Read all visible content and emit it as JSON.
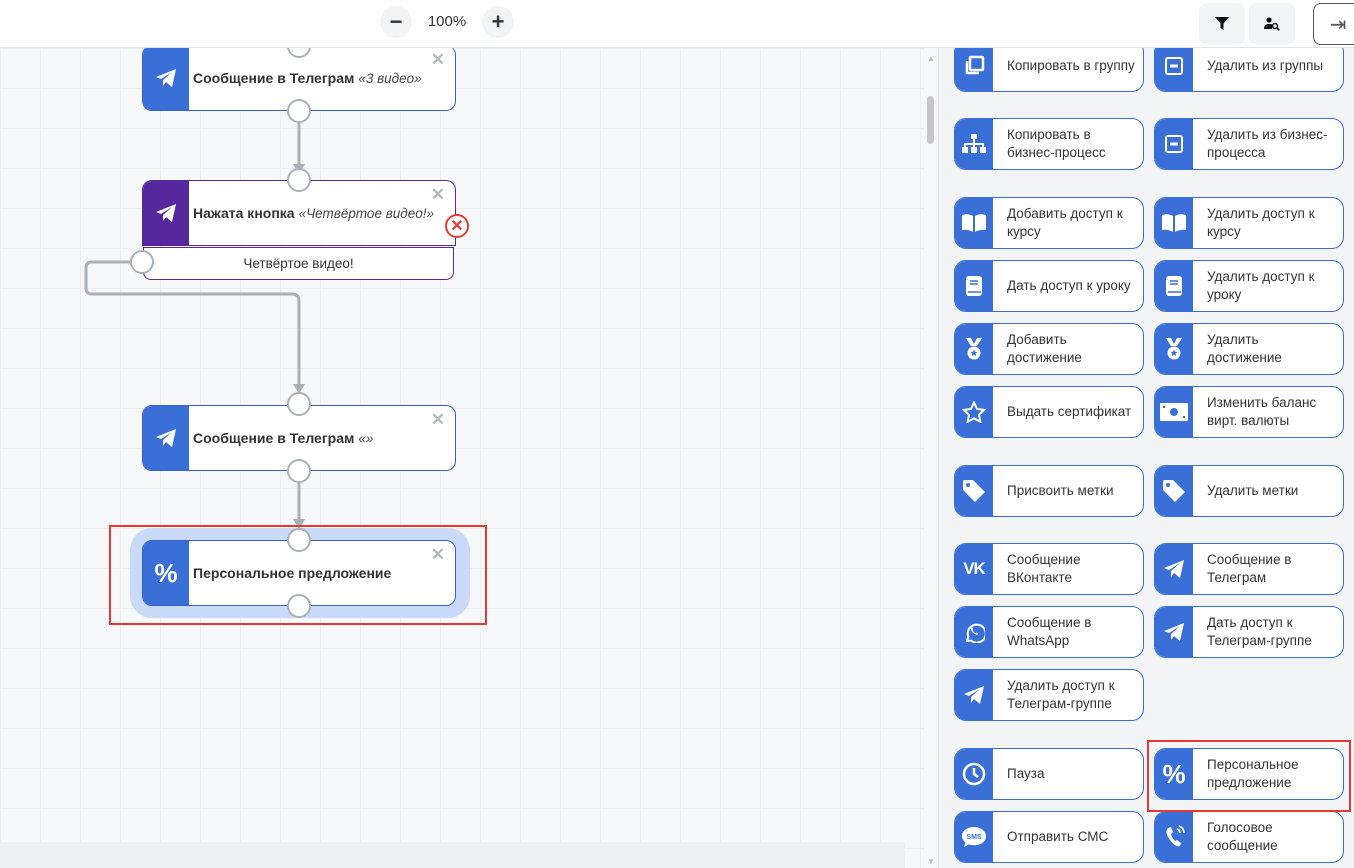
{
  "toolbar": {
    "zoom": "100%",
    "zoom_out": "−",
    "zoom_in": "+",
    "collapse": "⇥"
  },
  "colors": {
    "primary": "#3b6fd8",
    "purple": "#55289e",
    "highlight": "#c9d9f8",
    "error": "#e53935"
  },
  "nodes": [
    {
      "title": "Сообщение в Телеграм",
      "subtitle": "«3 видео»",
      "icon": "telegram-icon"
    },
    {
      "title": "Нажата кнопка",
      "subtitle": "«Четвёртое видео!»",
      "icon": "telegram-icon",
      "button": "Четвёртое видео!"
    },
    {
      "title": "Сообщение в Телеграм",
      "subtitle": "«»",
      "icon": "telegram-icon"
    },
    {
      "title": "Персональное предложение",
      "subtitle": "",
      "icon": "percent-icon"
    }
  ],
  "panel": {
    "items": [
      {
        "label": "Копировать в группу",
        "icon": "copy-icon"
      },
      {
        "label": "Удалить из группы",
        "icon": "minus-square-icon"
      },
      {
        "label": "Копировать в бизнес-процесс",
        "icon": "sitemap-icon"
      },
      {
        "label": "Удалить из бизнес-процесса",
        "icon": "minus-square-icon"
      },
      {
        "label": "Добавить доступ к курсу",
        "icon": "book-open-icon"
      },
      {
        "label": "Удалить доступ к курсу",
        "icon": "book-open-icon"
      },
      {
        "label": "Дать доступ к уроку",
        "icon": "book-icon"
      },
      {
        "label": "Удалить доступ к уроку",
        "icon": "book-icon"
      },
      {
        "label": "Добавить достижение",
        "icon": "medal-icon"
      },
      {
        "label": "Удалить достижение",
        "icon": "medal-icon"
      },
      {
        "label": "Выдать сертификат",
        "icon": "star-icon"
      },
      {
        "label": "Изменить баланс вирт. валюты",
        "icon": "money-icon"
      },
      {
        "label": "Присвоить метки",
        "icon": "tag-icon"
      },
      {
        "label": "Удалить метки",
        "icon": "tag-icon"
      },
      {
        "label": "Сообщение ВКонтакте",
        "icon": "vk-icon"
      },
      {
        "label": "Сообщение в Телеграм",
        "icon": "telegram-icon"
      },
      {
        "label": "Сообщение в WhatsApp",
        "icon": "whatsapp-icon"
      },
      {
        "label": "Дать доступ к Телеграм-группе",
        "icon": "telegram-icon"
      },
      {
        "label": "Удалить доступ к Телеграм-группе",
        "icon": "telegram-icon"
      },
      {
        "label": "Пауза",
        "icon": "clock-icon"
      },
      {
        "label": "Персональное предложение",
        "icon": "percent-icon"
      },
      {
        "label": "Отправить СМС",
        "icon": "sms-icon"
      },
      {
        "label": "Голосовое сообщение",
        "icon": "phone-icon"
      }
    ]
  }
}
